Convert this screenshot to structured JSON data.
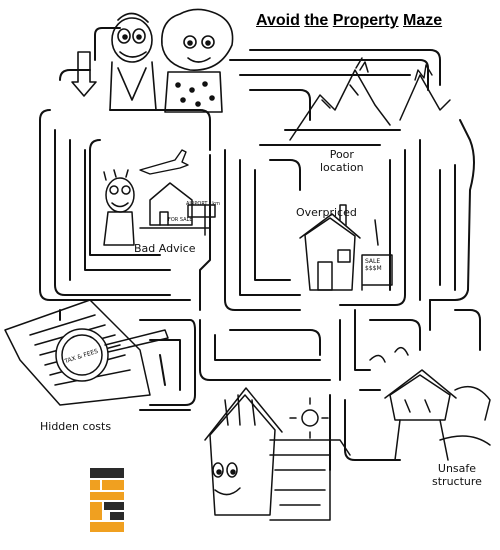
{
  "title": {
    "word1": "Avoid",
    "word2": "the",
    "word3": "Property",
    "word4": "Maze"
  },
  "hazards": {
    "poor_location_line1": "Poor",
    "poor_location_line2": "location",
    "overpriced": "Overpriced",
    "bad_advice": "Bad Advice",
    "hidden_costs": "Hidden costs",
    "unsafe_line1": "Unsafe",
    "unsafe_line2": "structure"
  },
  "signs": {
    "for_sale": "FOR SALE",
    "airport": "AIRPORT 1km",
    "price_tag_line1": "SALE",
    "price_tag_line2": "$$$M",
    "tax_bubble": "TAX & FEES"
  },
  "colors": {
    "ink": "#111111",
    "logo_orange": "#F0A020",
    "logo_dark": "#2A2A2A"
  }
}
